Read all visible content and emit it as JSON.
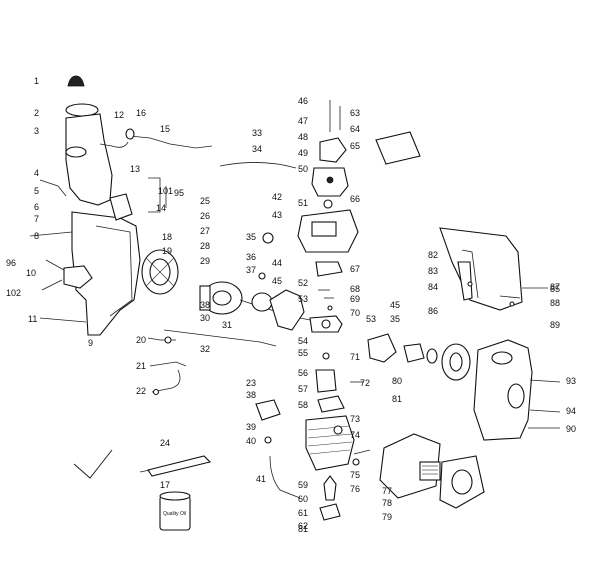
{
  "diagram": {
    "part_numbers": [
      "1",
      "2",
      "3",
      "4",
      "5",
      "6",
      "7",
      "8",
      "9",
      "10",
      "11",
      "12",
      "13",
      "14",
      "15",
      "16",
      "17",
      "18",
      "19",
      "20",
      "21",
      "22",
      "23",
      "24",
      "25",
      "26",
      "27",
      "28",
      "29",
      "30",
      "31",
      "32",
      "33",
      "34",
      "35",
      "36",
      "37",
      "38",
      "39",
      "40",
      "41",
      "42",
      "43",
      "44",
      "45",
      "46",
      "47",
      "48",
      "49",
      "50",
      "51",
      "52",
      "53",
      "54",
      "55",
      "56",
      "57",
      "58",
      "59",
      "60",
      "61",
      "62",
      "63",
      "64",
      "65",
      "66",
      "67",
      "68",
      "69",
      "70",
      "71",
      "72",
      "73",
      "74",
      "75",
      "76",
      "77",
      "78",
      "79",
      "80",
      "81",
      "82",
      "83",
      "84",
      "85",
      "86",
      "87",
      "88",
      "89",
      "90",
      "93",
      "94",
      "95",
      "96",
      "101",
      "102"
    ],
    "extra_labels": {
      "second_35": "35",
      "second_38": "38",
      "second_45": "45",
      "second_53": "53",
      "second_81": "81"
    },
    "oil_can_label": "Quality Oil"
  }
}
